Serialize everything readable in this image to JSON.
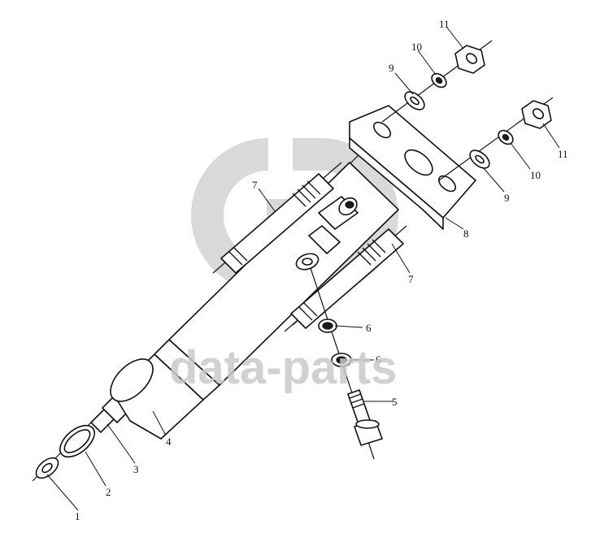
{
  "diagram": {
    "callouts": [
      {
        "id": "c1",
        "label": "1"
      },
      {
        "id": "c2",
        "label": "2"
      },
      {
        "id": "c3",
        "label": "3"
      },
      {
        "id": "c4",
        "label": "4"
      },
      {
        "id": "c5",
        "label": "5"
      },
      {
        "id": "c6a",
        "label": "6"
      },
      {
        "id": "c6b",
        "label": "6"
      },
      {
        "id": "c7a",
        "label": "7"
      },
      {
        "id": "c7b",
        "label": "7"
      },
      {
        "id": "c8",
        "label": "8"
      },
      {
        "id": "c9a",
        "label": "9"
      },
      {
        "id": "c9b",
        "label": "9"
      },
      {
        "id": "c10a",
        "label": "10"
      },
      {
        "id": "c10b",
        "label": "10"
      },
      {
        "id": "c11a",
        "label": "11"
      },
      {
        "id": "c11b",
        "label": "11"
      }
    ]
  },
  "watermark": {
    "text": "data-parts",
    "color": "#c9c9c9"
  }
}
